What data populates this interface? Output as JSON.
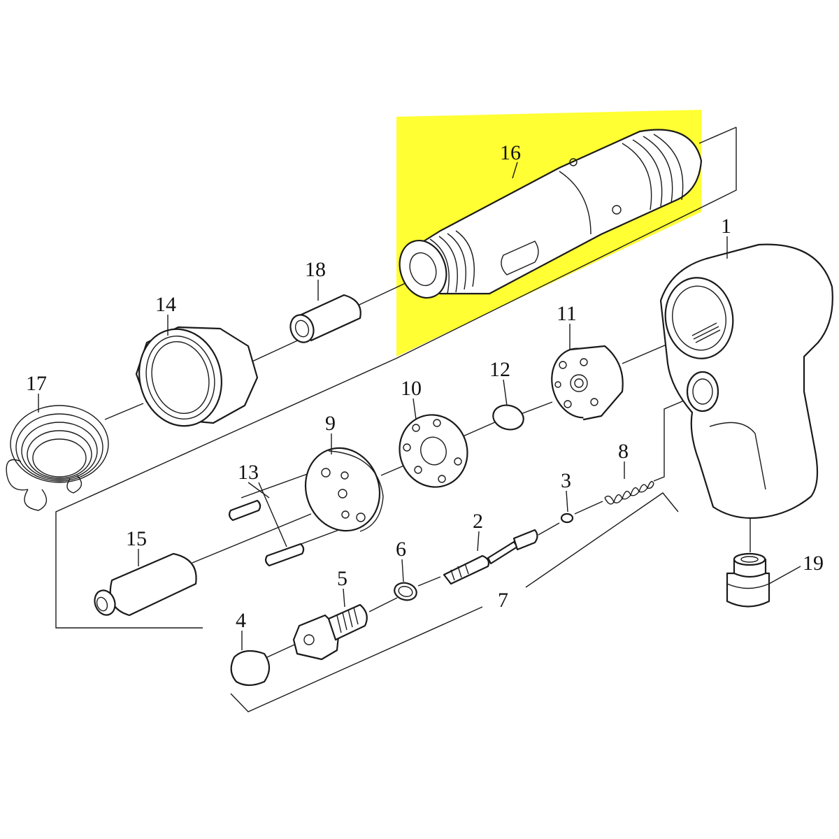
{
  "highlight": {
    "color": "#ffff33",
    "part": "16"
  },
  "labels": {
    "p1": "1",
    "p2": "2",
    "p3": "3",
    "p4": "4",
    "p5": "5",
    "p6": "6",
    "p7": "7",
    "p8": "8",
    "p9": "9",
    "p10": "10",
    "p11": "11",
    "p12": "12",
    "p13": "13",
    "p14": "14",
    "p15": "15",
    "p16": "16",
    "p17": "17",
    "p18": "18",
    "p19": "19"
  }
}
